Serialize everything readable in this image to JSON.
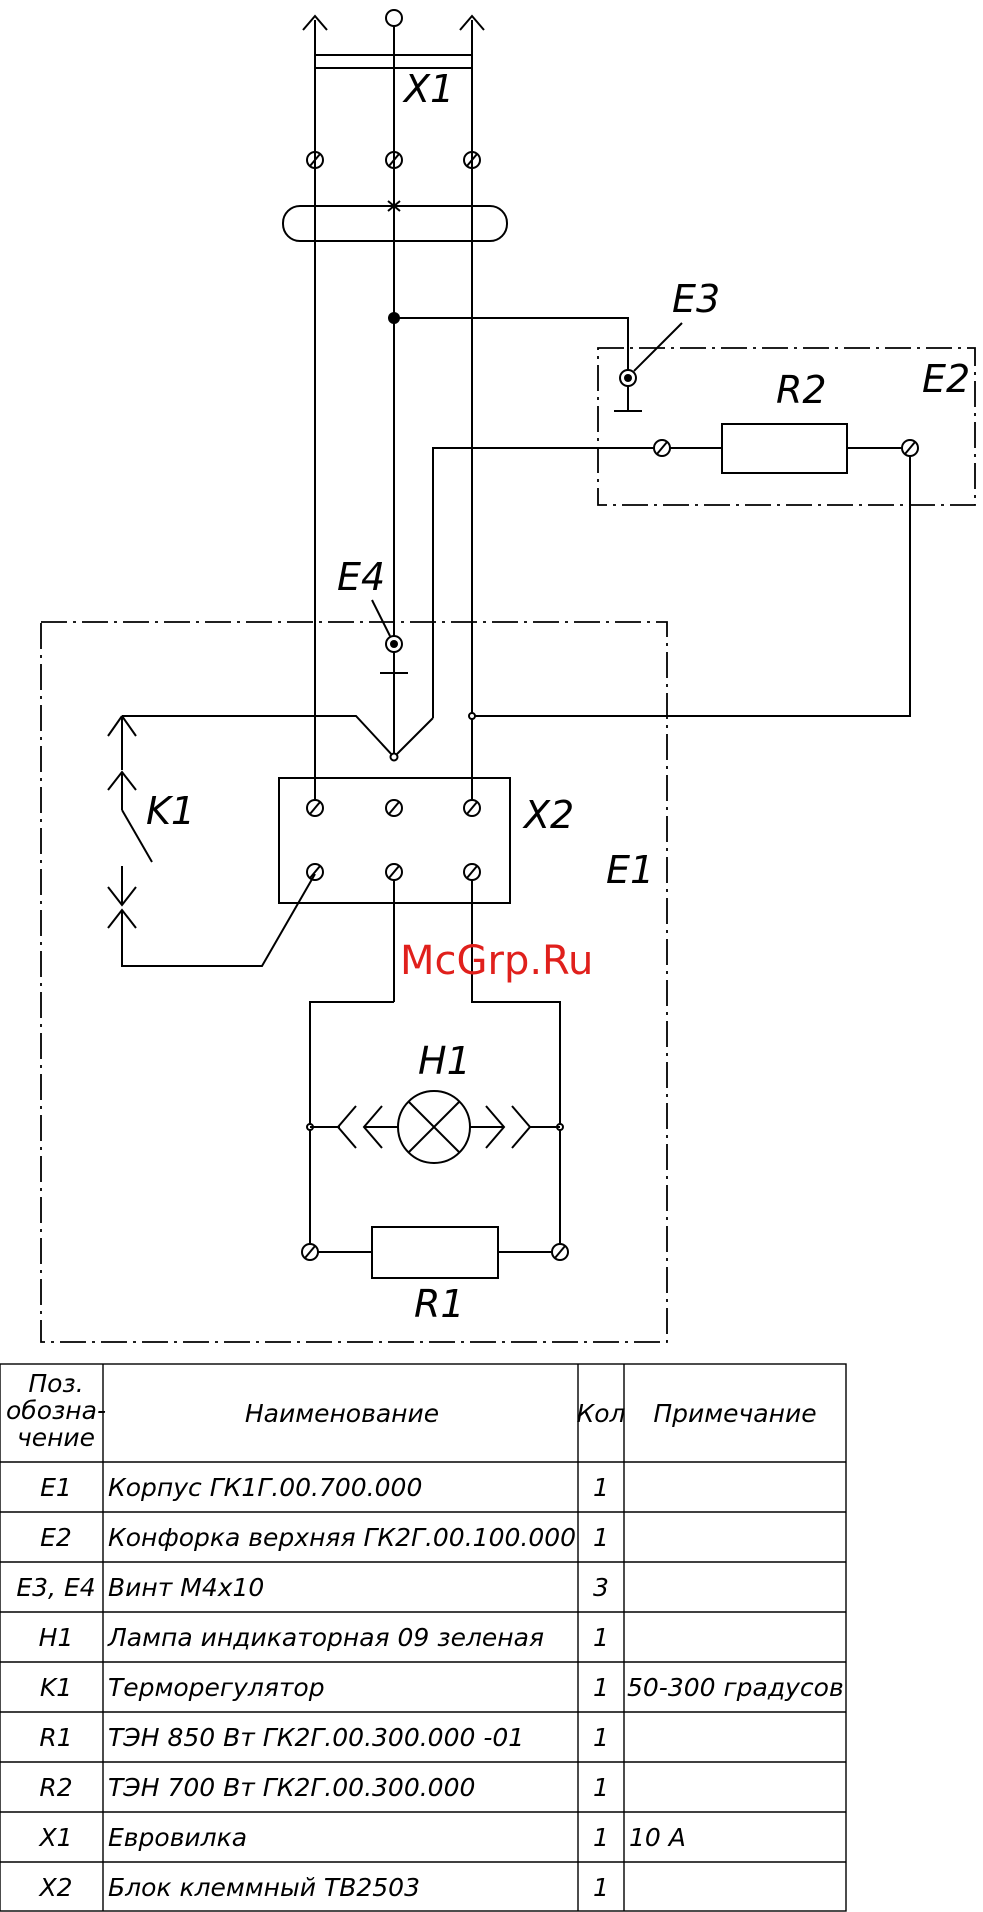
{
  "diagram": {
    "labels": {
      "x1": "X1",
      "x2": "X2",
      "e1": "E1",
      "e2": "E2",
      "e3": "E3",
      "e4": "E4",
      "r1": "R1",
      "r2": "R2",
      "h1": "H1",
      "k1": "K1"
    },
    "watermark": "McGrp.Ru",
    "watermark_color": "#e0201c"
  },
  "table": {
    "headers": {
      "pos_line1": "Поз.",
      "pos_line2": "обозна-",
      "pos_line3": "чение",
      "name": "Наименование",
      "qty": "Кол",
      "note": "Примечание"
    },
    "rows": [
      {
        "pos": "E1",
        "name": "Корпус ГК1Г.00.700.000",
        "qty": "1",
        "note": ""
      },
      {
        "pos": "E2",
        "name": "Конфорка верхняя ГК2Г.00.100.000",
        "qty": "1",
        "note": ""
      },
      {
        "pos": "E3, E4",
        "name": "Винт М4х10",
        "qty": "3",
        "note": ""
      },
      {
        "pos": "H1",
        "name": "Лампа индикаторная 09 зеленая",
        "qty": "1",
        "note": ""
      },
      {
        "pos": "K1",
        "name": "Терморегулятор",
        "qty": "1",
        "note": "50-300 градусов"
      },
      {
        "pos": "R1",
        "name": "ТЭН 850 Вт ГК2Г.00.300.000 -01",
        "qty": "1",
        "note": ""
      },
      {
        "pos": "R2",
        "name": "ТЭН 700 Вт ГК2Г.00.300.000",
        "qty": "1",
        "note": ""
      },
      {
        "pos": "X1",
        "name": "Евровилка",
        "qty": "1",
        "note": "10 А"
      },
      {
        "pos": "X2",
        "name": "Блок клеммный ТВ2503",
        "qty": "1",
        "note": ""
      }
    ]
  }
}
